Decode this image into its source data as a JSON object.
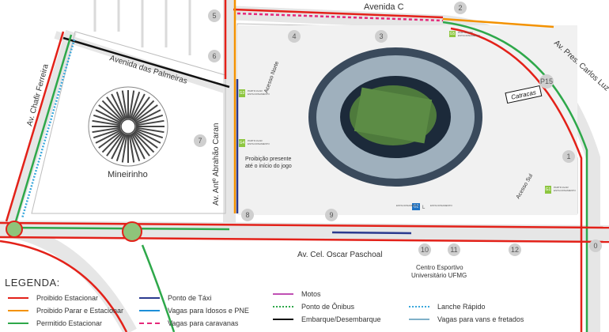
{
  "streets": {
    "avenida_c": "Avenida C",
    "pres_carlos_luz": "Av. Pres. Carlos Luz",
    "chafic_ferreira": "Av. Chafir Ferreira",
    "palmeiras": "Avenida das Palmeiras",
    "abrahao_caran": "Av. Antº Abrahão Caran",
    "oscar_paschoal": "Av. Cel. Oscar Paschoal"
  },
  "places": {
    "mineirinho": "Mineirinho",
    "acesso_norte": "Acesso Norte",
    "acesso_sul": "Acesso Sul",
    "catracas": "Catracas",
    "centro_esportivo_line1": "Centro Esportivo",
    "centro_esportivo_line2": "Universitário UFMG"
  },
  "notes": {
    "prohibition_line1": "Proibição presente",
    "prohibition_line2": "até o início do jogo"
  },
  "markers": [
    "0",
    "1",
    "2",
    "3",
    "4",
    "5",
    "6",
    "7",
    "8",
    "9",
    "10",
    "11",
    "12"
  ],
  "park_tags": {
    "p15": "P15",
    "g1": "G1",
    "g2": "G2",
    "g3": "G3",
    "g4": "G4",
    "g5": "G5",
    "tag_sub": "ESTACIONAMENTO",
    "tag_sub2": "PARTICULAR",
    "l": "L"
  },
  "legend": {
    "title": "LEGENDA:",
    "items": [
      {
        "label": "Proibido Estacionar",
        "color": "#e32119",
        "style": "solid"
      },
      {
        "label": "Proibido Parar e Estacionar",
        "color": "#f39200",
        "style": "solid"
      },
      {
        "label": "Permitido Estacionar",
        "color": "#2ea84a",
        "style": "solid"
      },
      {
        "label": "Ponto de Táxi",
        "color": "#2b3a8f",
        "style": "solid"
      },
      {
        "label": "Vagas para Idosos e PNE",
        "color": "#1d8fd8",
        "style": "solid"
      },
      {
        "label": "Vagas para caravanas",
        "color": "#e6287a",
        "style": "dashed"
      },
      {
        "label": "Motos",
        "color": "#c050b4",
        "style": "solid"
      },
      {
        "label": "Ponto de Ônibus",
        "color": "#2ea84a",
        "style": "dotted"
      },
      {
        "label": "Embarque/Desembarque",
        "color": "#111111",
        "style": "solid"
      },
      {
        "label": "Lanche Rápido",
        "color": "#3aa8dc",
        "style": "dotted"
      },
      {
        "label": "Vagas para vans e fretados",
        "color": "#7fb0c8",
        "style": "solid"
      }
    ]
  }
}
